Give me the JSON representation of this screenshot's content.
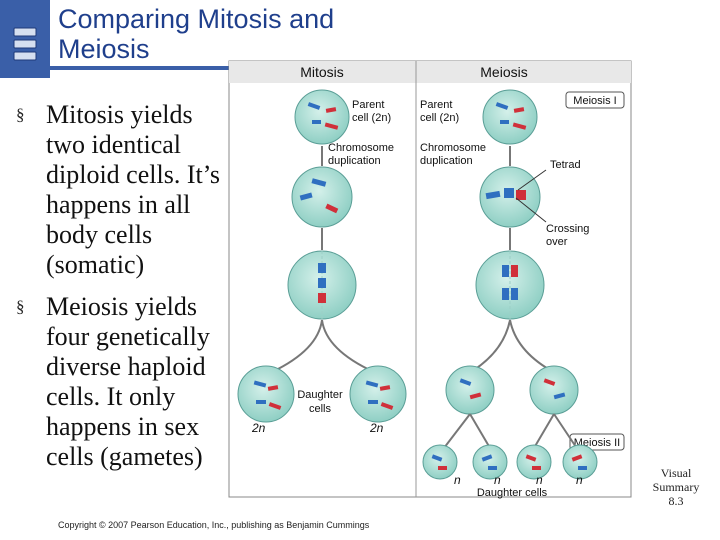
{
  "slide": {
    "title_line1": "Comparing Mitosis and",
    "title_line2": "Meiosis",
    "bullet_marker": "§",
    "bullets": [
      "Mitosis yields two identical diploid cells. It’s happens in all body cells (somatic)",
      "Meiosis yields four genetically diverse haploid cells. It only happens in sex cells (gametes)"
    ],
    "credit": "Copyright © 2007 Pearson Education, Inc., publishing as Benjamin Cummings",
    "visual_summary": [
      "Visual",
      "Summary",
      "8.3"
    ]
  },
  "figure": {
    "mitosis_header": "Mitosis",
    "meiosis_header": "Meiosis",
    "mitosis_parent": [
      "Parent",
      "cell (2n)"
    ],
    "mitosis_dup": [
      "Chromosome",
      "duplication"
    ],
    "mitosis_daughter": [
      "Daughter",
      "cells"
    ],
    "ploidy_2n": "2n",
    "meiosis_parent": [
      "Parent",
      "cell (2n)"
    ],
    "meiosis_dup": [
      "Chromosome",
      "duplication"
    ],
    "meiosis_1": "Meiosis I",
    "tetrad": "Tetrad",
    "crossing": [
      "Crossing",
      "over"
    ],
    "meiosis_2": "Meiosis II",
    "ploidy_n": "n",
    "meiosis_daughter": "Daughter cells"
  },
  "colors": {
    "title": "#1f3f8c",
    "header_band": "#3a5fa8",
    "icon_block": "#d5dff0",
    "cell_fill": "#a8dcd3",
    "cell_stroke": "#5a9e96",
    "chromosome_blue": "#2f6fc0",
    "chromosome_red": "#d0303a"
  },
  "icons": [
    "slide-stack-icon"
  ]
}
